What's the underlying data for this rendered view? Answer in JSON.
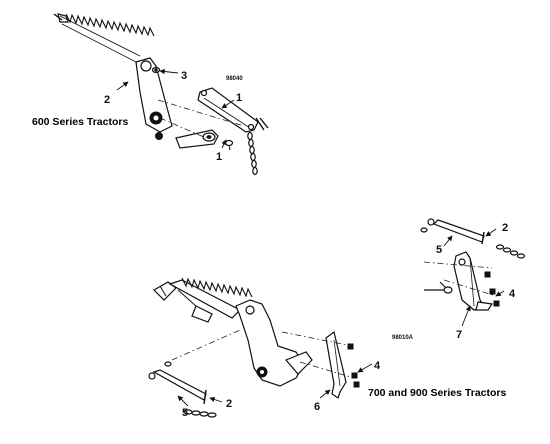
{
  "figure_600": {
    "part_number": "98040",
    "series_label": "600 Series Tractors",
    "callouts": {
      "c1_top": "1",
      "c1_bottom": "1",
      "c2": "2",
      "c3": "3"
    }
  },
  "figure_700": {
    "part_number": "98010A",
    "series_label": "700 and 900 Series Tractors",
    "callouts": {
      "c2_top": "2",
      "c5_top": "5",
      "c4_top": "4",
      "c7": "7",
      "c4_bottom": "4",
      "c6": "6",
      "c5_bottom": "5",
      "c2_bottom": "2"
    }
  }
}
